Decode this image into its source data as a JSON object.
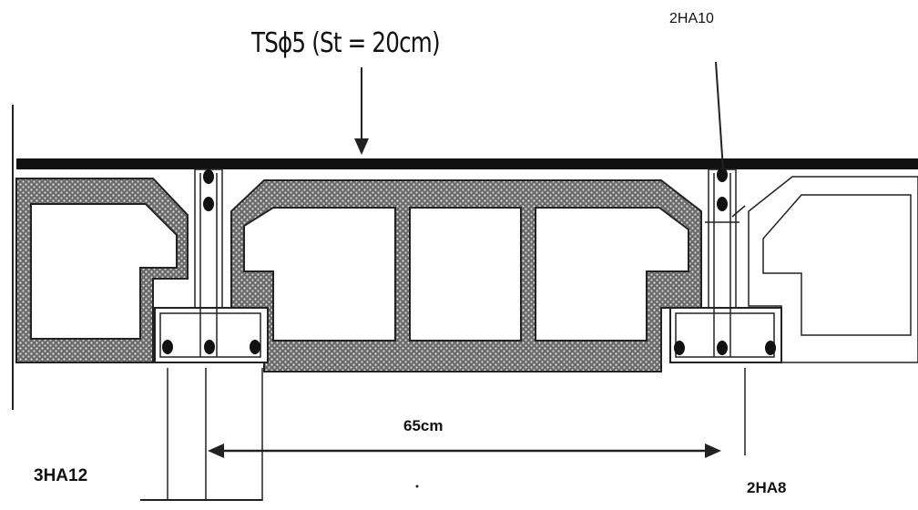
{
  "labels": {
    "mesh": "TSϕ5 (St = 20cm)",
    "top_bars": "2HA10",
    "span": "65cm",
    "bottom_bars_left": "3HA12",
    "bottom_bars_right": "2HA8"
  }
}
